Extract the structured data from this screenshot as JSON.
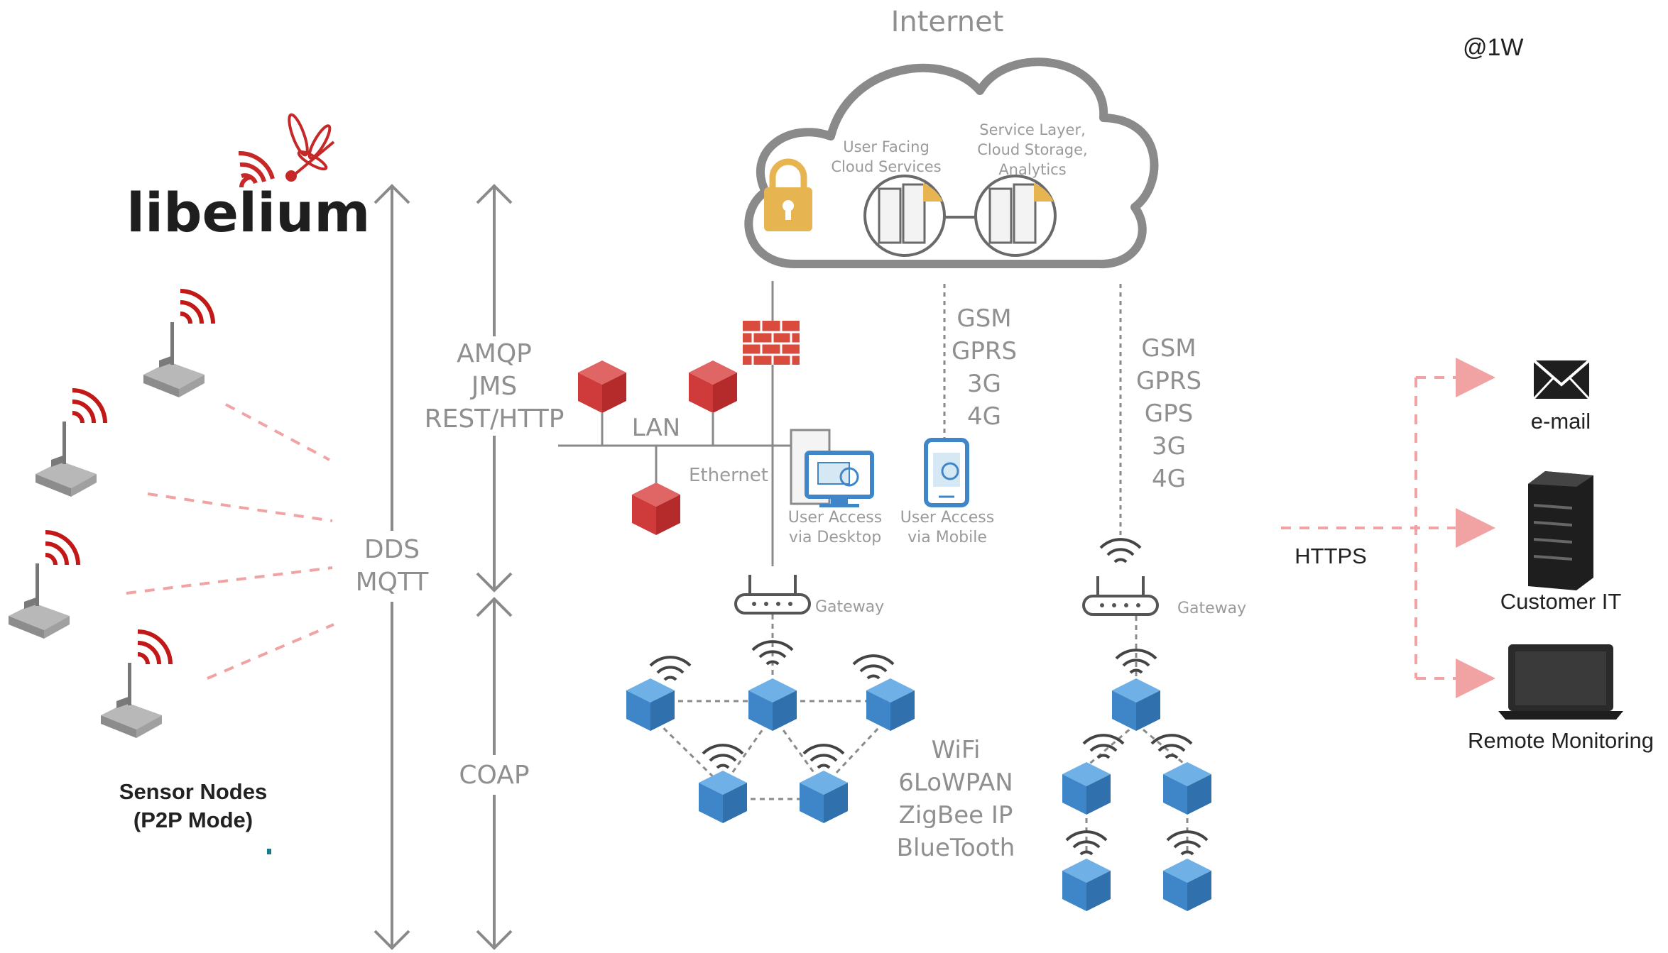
{
  "internet_label": "Internet",
  "corner_text": "@1W",
  "brand": {
    "name": "libelium"
  },
  "cloud": {
    "left_caption": [
      "User Facing",
      "Cloud Services"
    ],
    "right_caption": [
      "Service Layer,",
      "Cloud Storage,",
      "Analytics"
    ]
  },
  "protocols": {
    "amqp": [
      "AMQP",
      "JMS",
      "REST/HTTP"
    ],
    "dds": [
      "DDS",
      "MQTT"
    ],
    "coap": "COAP"
  },
  "lan": {
    "lan_label": "LAN",
    "ethernet_label": "Ethernet"
  },
  "mobile_links": {
    "middle": [
      "GSM",
      "GPRS",
      "3G",
      "4G"
    ],
    "right": [
      "GSM",
      "GPRS",
      "GPS",
      "3G",
      "4G"
    ]
  },
  "access": {
    "desktop": [
      "User Access",
      "via Desktop"
    ],
    "mobile": [
      "User Access",
      "via Mobile"
    ]
  },
  "gateway_label": "Gateway",
  "wireless": [
    "WiFi",
    "6LoWPAN",
    "ZigBee IP",
    "BlueTooth"
  ],
  "https_label": "HTTPS",
  "outputs": {
    "email": "e-mail",
    "customer": "Customer IT",
    "monitor": "Remote Monitoring"
  },
  "sensor_caption": [
    "Sensor Nodes",
    "(P2P Mode)"
  ],
  "colors": {
    "red": "#cf3b3b",
    "blue": "#3f86c8",
    "gray": "#8a8a8a",
    "pink_dash": "#f1a3a3"
  }
}
